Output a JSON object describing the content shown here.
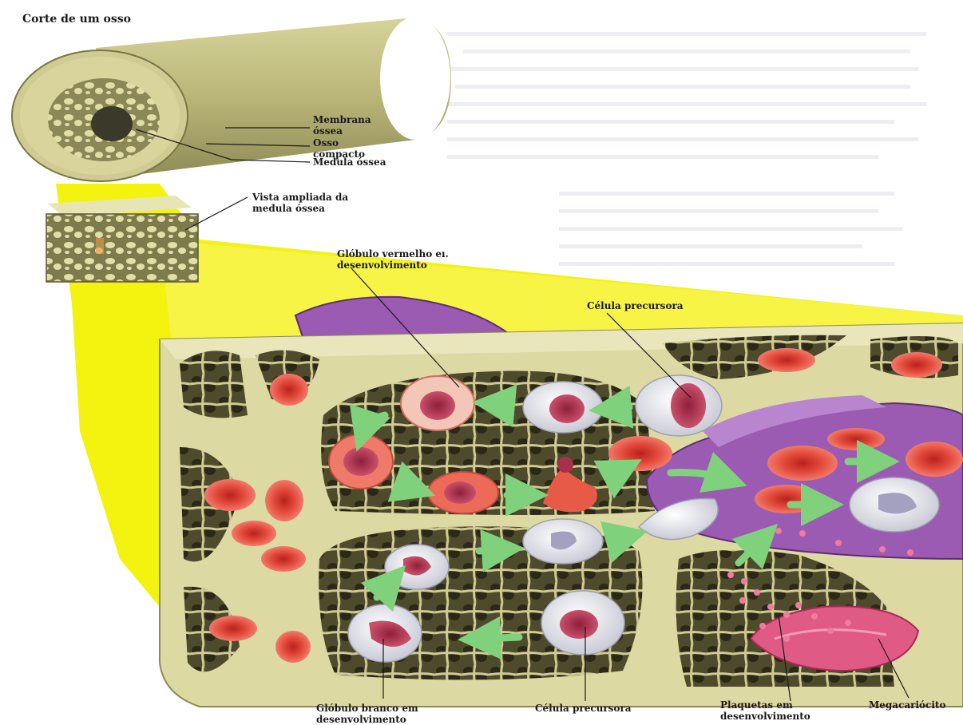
{
  "title": "Corte de um osso",
  "labels": {
    "membrana": "Membrana\nóssea",
    "osso_compacto": "Osso\ncompacto",
    "medula": "Medula óssea",
    "vista": "Vista ampliada da\nmedula óssea",
    "globulo_vermelho": "Glóbulo vermelho eı.\ndesenvolvimento",
    "celula_precursora_top": "Célula precursora",
    "globulo_branco": "Glóbulo branco em\ndesenvolvimento",
    "celula_precursora_bottom": "Célula precursora",
    "plaquetas": "Plaquetas em\ndesenvolvimento",
    "megacariocito": "Megacariócito"
  },
  "colors": {
    "bone": "#ddd9a3",
    "bone_dark": "#b7b07a",
    "highlight_yellow": "#f4f20f",
    "red_cell": "#e0453a",
    "vessel_purple": "#9b5bb3",
    "arrow_green": "#7fd17c",
    "white_cell": "#e6e6ee",
    "nucleus": "#b0304a",
    "megakaryocyte": "#d94a7a"
  }
}
